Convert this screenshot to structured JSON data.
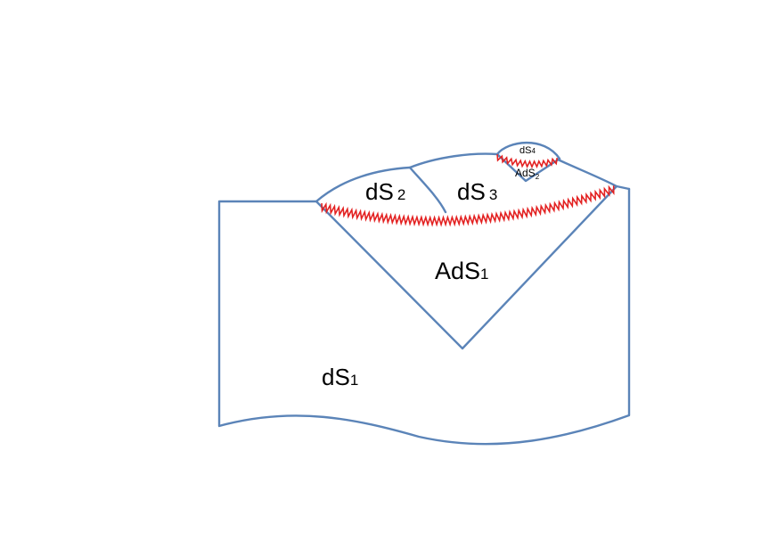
{
  "colors": {
    "outline": "#5b84b8",
    "horizon": "#e32222",
    "text": "#000000"
  },
  "labels": {
    "ds1": {
      "base": "dS",
      "sub": "1"
    },
    "ds2": {
      "base": "dS",
      "sub": "2"
    },
    "ds3": {
      "base": "dS",
      "sub": "3"
    },
    "ds4": {
      "base": "dS",
      "sub": "4"
    },
    "ads1": {
      "base": "AdS",
      "sub": "1"
    },
    "ads2": {
      "base": "AdS",
      "sub": "2"
    }
  }
}
